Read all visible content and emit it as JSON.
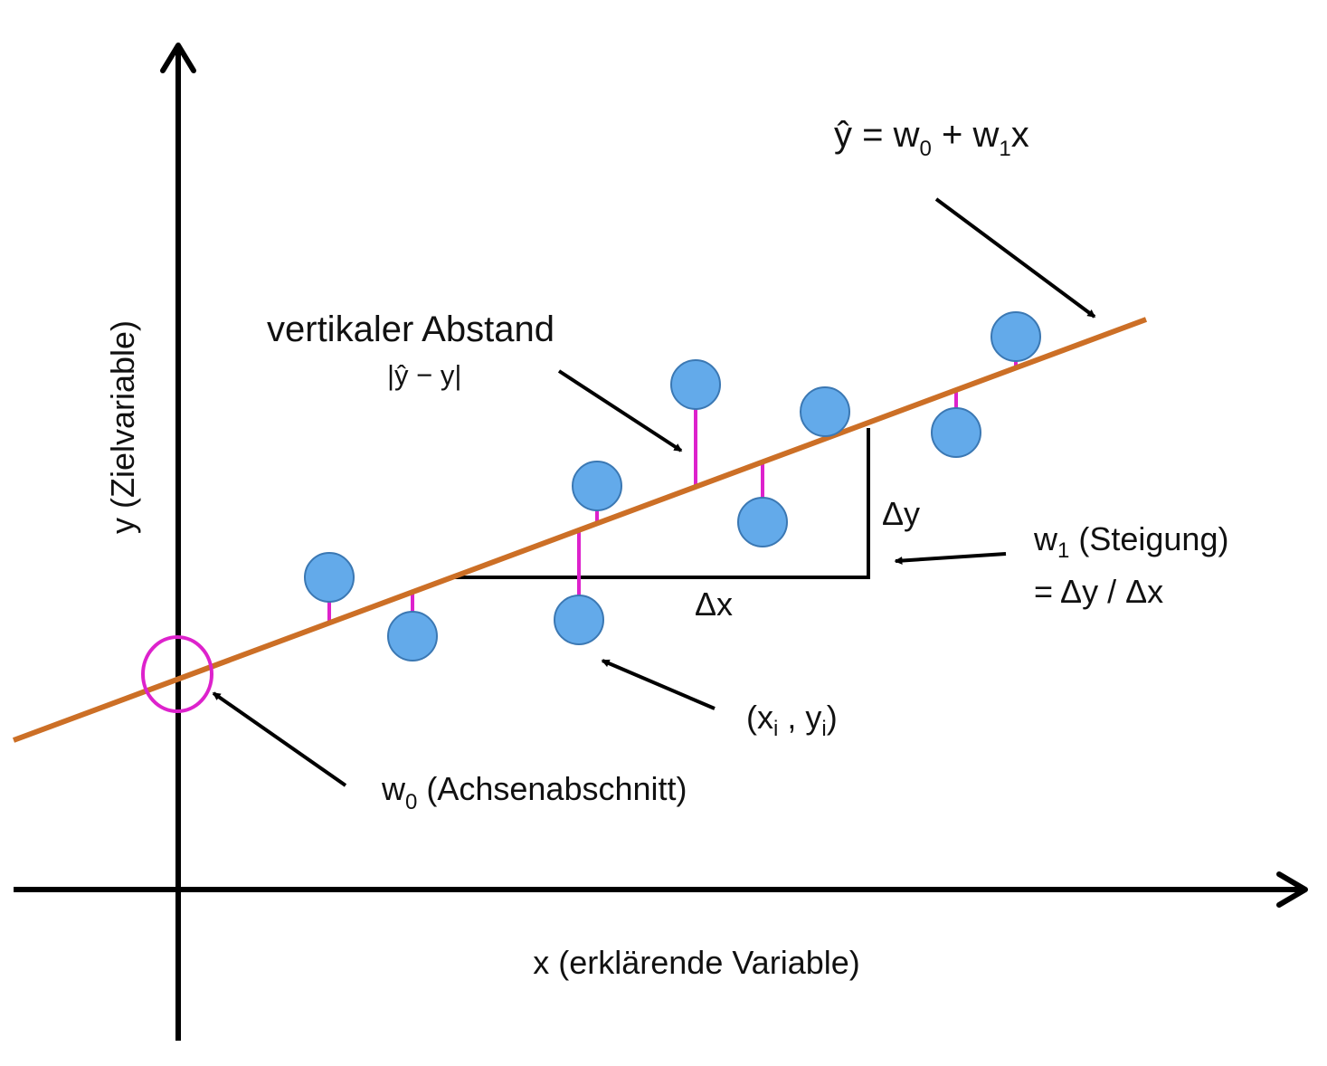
{
  "colors": {
    "regression_line": "#cc6f26",
    "data_point_fill": "#63aaea",
    "data_point_stroke": "#3b78b3",
    "residual": "#dd22cc",
    "axes": "#000000"
  },
  "axes": {
    "y_label": "y (Zielvariable)",
    "x_label": "x (erklärende Variable)"
  },
  "labels": {
    "equation": {
      "yhat": "ŷ",
      "equals": " = ",
      "w": "w",
      "sub0": "0",
      "plus": " + ",
      "sub1": "1",
      "x": "x"
    },
    "distance": {
      "title": "vertikaler Abstand",
      "formula": "|ŷ − y|"
    },
    "delta_x": "Δx",
    "delta_y": "Δy",
    "slope": {
      "w": "w",
      "sub": "1",
      "name": " (Steigung)",
      "formula": "= Δy / Δx"
    },
    "point": {
      "open": "(x",
      "sub_i": "i",
      "comma": " , y",
      "sub_i2": "i",
      "close": ")"
    },
    "intercept": {
      "w": "w",
      "sub": "0",
      "name": " (Achsenabschnitt)"
    }
  }
}
